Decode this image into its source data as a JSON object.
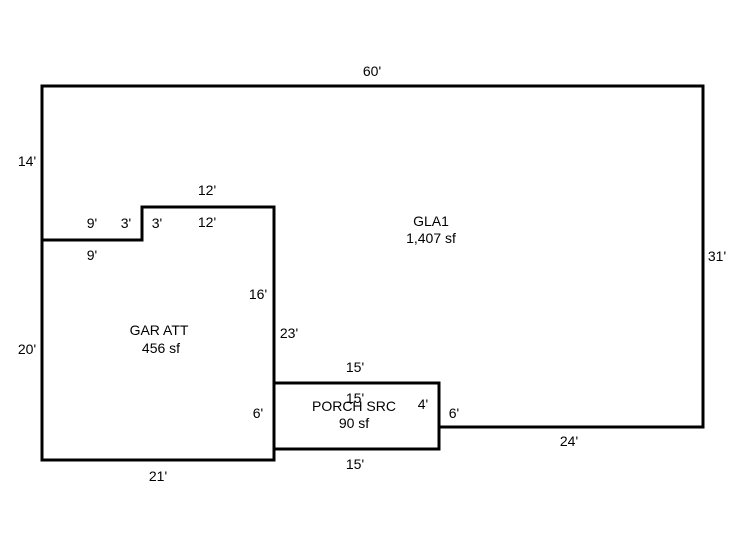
{
  "rooms": {
    "gla1": {
      "label": "GLA1",
      "area": "1,407 sf"
    },
    "garage": {
      "label": "GAR ATT",
      "area": "456 sf"
    },
    "porch": {
      "label": "PORCH SRC",
      "area": "90 sf"
    }
  },
  "dimensions": {
    "top": "60'",
    "left_upper": "14'",
    "right": "31'",
    "left_lower": "20'",
    "garage_bottom": "21'",
    "step_outer_9": "9'",
    "step_inner_9": "9'",
    "step_outer_3": "3'",
    "step_inner_3": "3'",
    "garage_top_outer": "12'",
    "garage_top_inner": "12'",
    "garage_right_16": "16'",
    "garage_right_23": "23'",
    "garage_right_6": "6'",
    "porch_top_outer": "15'",
    "porch_top_inner": "15'",
    "porch_bottom": "15'",
    "porch_right_4": "4'",
    "porch_right_6": "6'",
    "bottom_right": "24'"
  },
  "colors": {
    "line": "#000000",
    "background": "#ffffff"
  }
}
